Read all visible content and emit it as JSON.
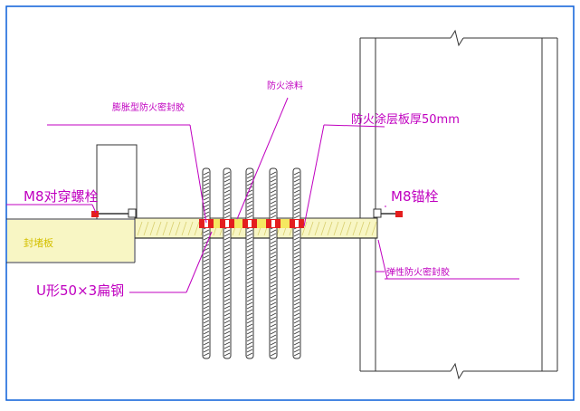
{
  "colors": {
    "frame": "#0a5fd8",
    "annotation": "#c000c0",
    "drawing": "#333333",
    "insulation_fill": "#f8f6c4",
    "coating_red": "#e41e1e",
    "coating_yellow": "#f5e860"
  },
  "labels": {
    "m8_through_bolt": "M8对穿螺栓",
    "expansion_sealant": "膨胀型防火密封胶",
    "fire_coating": "防火涂料",
    "coating_thickness": "防火涂层板厚50mm",
    "m8_anchor": "M8锚栓",
    "u_steel": "U形50×3扁钢",
    "elastic_sealant": "弹性防火密封胶",
    "left_wall": "封堵板"
  },
  "icons": {
    "break_mark": "break-line-icon"
  }
}
